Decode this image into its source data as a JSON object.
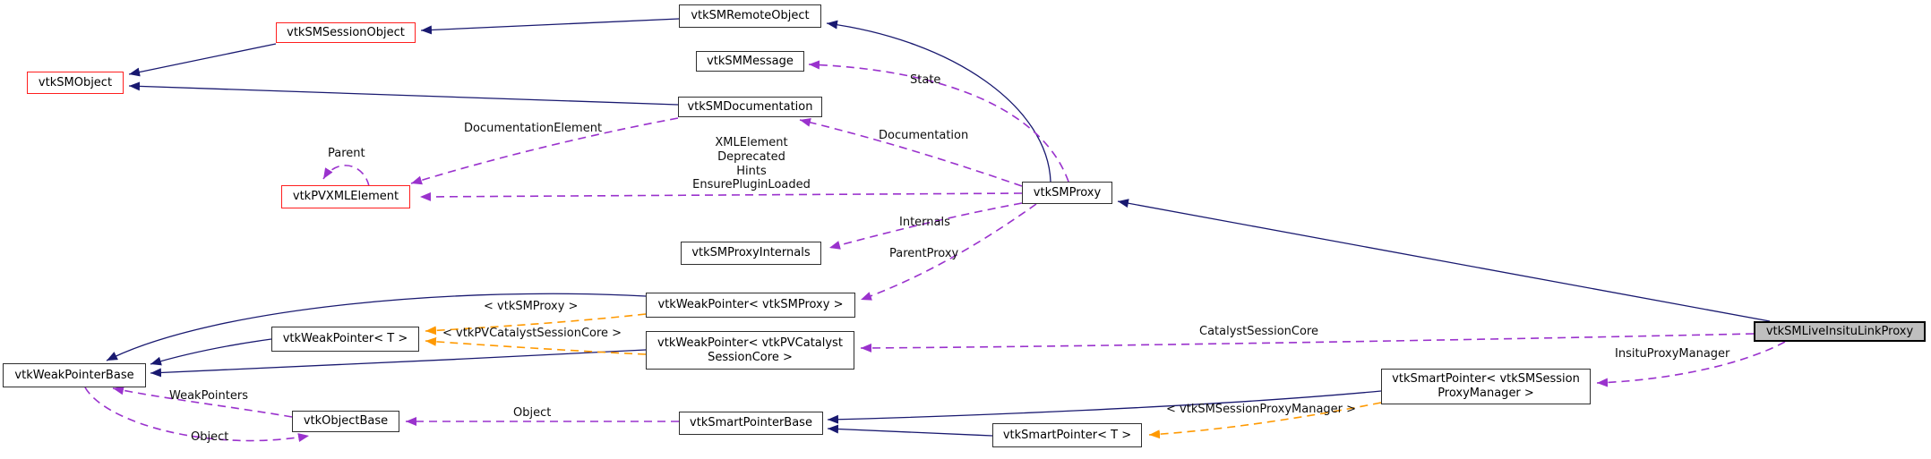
{
  "diagram": {
    "kind": "doxygen-collaboration-graph",
    "focus_class": "vtkSMLiveInsituLinkProxy",
    "colors": {
      "inheritance_edge": "#191970",
      "usage_edge": "#9a32cd",
      "template_edge": "#ff9900",
      "node_border": "#2f2f2f",
      "truncated_node_border": "#ff1f1f",
      "focus_node_fill": "#bfbfbf",
      "background": "#ffffff"
    },
    "nodes": [
      {
        "label": "vtkSMObject",
        "type": "truncated"
      },
      {
        "label": "vtkSMSessionObject",
        "type": "truncated"
      },
      {
        "label": "vtkSMRemoteObject",
        "type": "normal"
      },
      {
        "label": "vtkSMMessage",
        "type": "normal"
      },
      {
        "label": "vtkSMDocumentation",
        "type": "normal"
      },
      {
        "label": "vtkPVXMLElement",
        "type": "truncated"
      },
      {
        "label": "vtkSMProxy",
        "type": "normal"
      },
      {
        "label": "vtkSMProxyInternals",
        "type": "normal"
      },
      {
        "label": "vtkWeakPointer< vtkSMProxy >",
        "type": "normal"
      },
      {
        "label": "vtkWeakPointer< T >",
        "type": "normal"
      },
      {
        "label": "vtkWeakPointer< vtkPVCatalyst\nSessionCore >",
        "type": "normal"
      },
      {
        "label": "vtkWeakPointerBase",
        "type": "normal"
      },
      {
        "label": "vtkObjectBase",
        "type": "normal"
      },
      {
        "label": "vtkSmartPointerBase",
        "type": "normal"
      },
      {
        "label": "vtkSmartPointer< T >",
        "type": "normal"
      },
      {
        "label": "vtkSmartPointer< vtkSMSession\nProxyManager >",
        "type": "normal"
      },
      {
        "label": "vtkSMLiveInsituLinkProxy",
        "type": "focus"
      }
    ],
    "edges": [
      {
        "from": "vtkSMSessionObject",
        "to": "vtkSMObject",
        "kind": "inheritance",
        "label": ""
      },
      {
        "from": "vtkSMRemoteObject",
        "to": "vtkSMSessionObject",
        "kind": "inheritance",
        "label": ""
      },
      {
        "from": "vtkSMDocumentation",
        "to": "vtkSMObject",
        "kind": "inheritance",
        "label": ""
      },
      {
        "from": "vtkSMProxy",
        "to": "vtkSMRemoteObject",
        "kind": "inheritance",
        "label": ""
      },
      {
        "from": "vtkSMLiveInsituLinkProxy",
        "to": "vtkSMProxy",
        "kind": "inheritance",
        "label": ""
      },
      {
        "from": "vtkWeakPointer< vtkSMProxy >",
        "to": "vtkWeakPointerBase",
        "kind": "inheritance",
        "label": ""
      },
      {
        "from": "vtkWeakPointer< T >",
        "to": "vtkWeakPointerBase",
        "kind": "inheritance",
        "label": ""
      },
      {
        "from": "vtkWeakPointer< vtkPVCatalystSessionCore >",
        "to": "vtkWeakPointerBase",
        "kind": "inheritance",
        "label": ""
      },
      {
        "from": "vtkSmartPointer< T >",
        "to": "vtkSmartPointerBase",
        "kind": "inheritance",
        "label": ""
      },
      {
        "from": "vtkSmartPointer< vtkSMSessionProxyManager >",
        "to": "vtkSmartPointerBase",
        "kind": "inheritance",
        "label": ""
      },
      {
        "from": "vtkSMProxy",
        "to": "vtkSMMessage",
        "kind": "usage",
        "label": "State"
      },
      {
        "from": "vtkSMProxy",
        "to": "vtkSMDocumentation",
        "kind": "usage",
        "label": "Documentation"
      },
      {
        "from": "vtkSMProxy",
        "to": "vtkPVXMLElement",
        "kind": "usage",
        "label": "XMLElement\nDeprecated\nHints\nEnsurePluginLoaded"
      },
      {
        "from": "vtkSMDocumentation",
        "to": "vtkPVXMLElement",
        "kind": "usage",
        "label": "DocumentationElement"
      },
      {
        "from": "vtkPVXMLElement",
        "to": "vtkPVXMLElement",
        "kind": "usage",
        "label": "Parent"
      },
      {
        "from": "vtkSMProxy",
        "to": "vtkSMProxyInternals",
        "kind": "usage",
        "label": "Internals"
      },
      {
        "from": "vtkSMProxy",
        "to": "vtkWeakPointer< vtkSMProxy >",
        "kind": "usage",
        "label": "ParentProxy"
      },
      {
        "from": "vtkSMLiveInsituLinkProxy",
        "to": "vtkWeakPointer< vtkPVCatalystSessionCore >",
        "kind": "usage",
        "label": "CatalystSessionCore"
      },
      {
        "from": "vtkSMLiveInsituLinkProxy",
        "to": "vtkSmartPointer< vtkSMSessionProxyManager >",
        "kind": "usage",
        "label": "InsituProxyManager"
      },
      {
        "from": "vtkSmartPointerBase",
        "to": "vtkObjectBase",
        "kind": "usage",
        "label": "Object"
      },
      {
        "from": "vtkObjectBase",
        "to": "vtkWeakPointerBase",
        "kind": "usage",
        "label": "WeakPointers"
      },
      {
        "from": "vtkWeakPointerBase",
        "to": "vtkObjectBase",
        "kind": "usage",
        "label": "Object"
      },
      {
        "from": "vtkWeakPointer< vtkSMProxy >",
        "to": "vtkWeakPointer< T >",
        "kind": "template",
        "label": "< vtkSMProxy >"
      },
      {
        "from": "vtkWeakPointer< vtkPVCatalystSessionCore >",
        "to": "vtkWeakPointer< T >",
        "kind": "template",
        "label": "< vtkPVCatalystSessionCore >"
      },
      {
        "from": "vtkSmartPointer< vtkSMSessionProxyManager >",
        "to": "vtkSmartPointer< T >",
        "kind": "template",
        "label": "< vtkSMSessionProxyManager >"
      }
    ]
  }
}
